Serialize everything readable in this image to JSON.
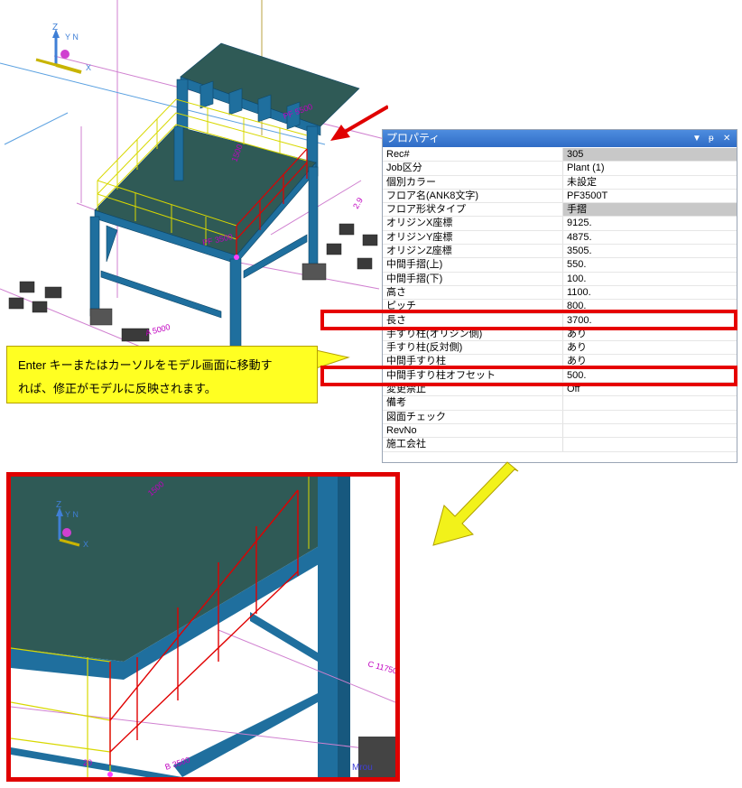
{
  "properties_panel": {
    "title": "プロパティ",
    "rows": [
      {
        "key": "Rec#",
        "value": "305"
      },
      {
        "key": "Job区分",
        "value": "Plant (1)"
      },
      {
        "key": "個別カラー",
        "value": "未設定"
      },
      {
        "key": "フロア名(ANK8文字)",
        "value": "PF3500T"
      },
      {
        "key": "フロア形状タイプ",
        "value": "手摺"
      },
      {
        "key": "オリジンX座標",
        "value": "9125."
      },
      {
        "key": "オリジンY座標",
        "value": "4875."
      },
      {
        "key": "オリジンZ座標",
        "value": "3505."
      },
      {
        "key": "中間手摺(上)",
        "value": "550."
      },
      {
        "key": "中間手摺(下)",
        "value": "100."
      },
      {
        "key": "高さ",
        "value": "1100."
      },
      {
        "key": "ピッチ",
        "value": "800."
      },
      {
        "key": "長さ",
        "value": "3700."
      },
      {
        "key": "手すり柱(オリジン側)",
        "value": "あり"
      },
      {
        "key": "手すり柱(反対側)",
        "value": "あり"
      },
      {
        "key": "中間手すり柱",
        "value": "あり"
      },
      {
        "key": "中間手すり柱オフセット",
        "value": "500."
      },
      {
        "key": "変更禁止",
        "value": "Off"
      },
      {
        "key": "備考",
        "value": ""
      },
      {
        "key": "図面チェック",
        "value": ""
      },
      {
        "key": "RevNo",
        "value": ""
      },
      {
        "key": "施工会社",
        "value": ""
      }
    ]
  },
  "callout": {
    "line1": "Enter キーまたはカーソルをモデル画面に移動す",
    "line2": "れば、修正がモデルに反映されます。"
  },
  "model_labels": {
    "axis_z": "Z",
    "axis_yn": "Y N",
    "axis_x": "X",
    "dim_a": "A 5000",
    "dim_pf": "PF 3500",
    "dim_vertical": "1500",
    "dim_ceiling": "PF 5500",
    "dim_side": "2.9",
    "zoom_dim_bottom": "B 3500",
    "zoom_dim_right": "C 11750",
    "zoom_dim_top": "1500",
    "zoom_dim_corner": "20",
    "zoom_tag": "Mrou"
  },
  "colors": {
    "steel": "#1f6f9e",
    "deck": "#2f5a56",
    "handrail_yellow": "#e6e600",
    "handrail_red": "#e60000",
    "highlight_red": "#e60000",
    "callout": "#ffff22",
    "arrow_yellow": "#f2f21a"
  }
}
